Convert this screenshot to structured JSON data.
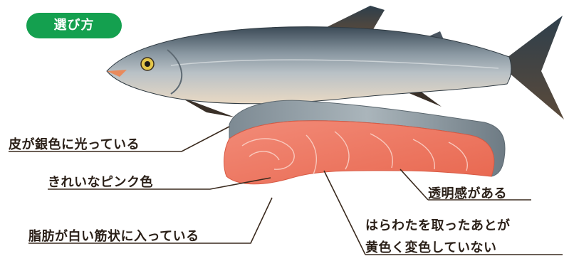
{
  "badge": {
    "label": "選び方",
    "color": "#14a04f"
  },
  "points": [
    {
      "id": "skin",
      "text": "皮が銀色に光っている"
    },
    {
      "id": "color",
      "text": "きれいなピンク色"
    },
    {
      "id": "fat",
      "text": "脂肪が白い筋状に入っている"
    },
    {
      "id": "clear",
      "text": "透明感がある"
    },
    {
      "id": "belly",
      "lines": [
        "はらわたを取ったあとが",
        "黄色く変色していない"
      ]
    }
  ],
  "colors": {
    "line": "#3a2a1e",
    "flesh": "#f07a68",
    "skin": "#8c9aa2"
  }
}
